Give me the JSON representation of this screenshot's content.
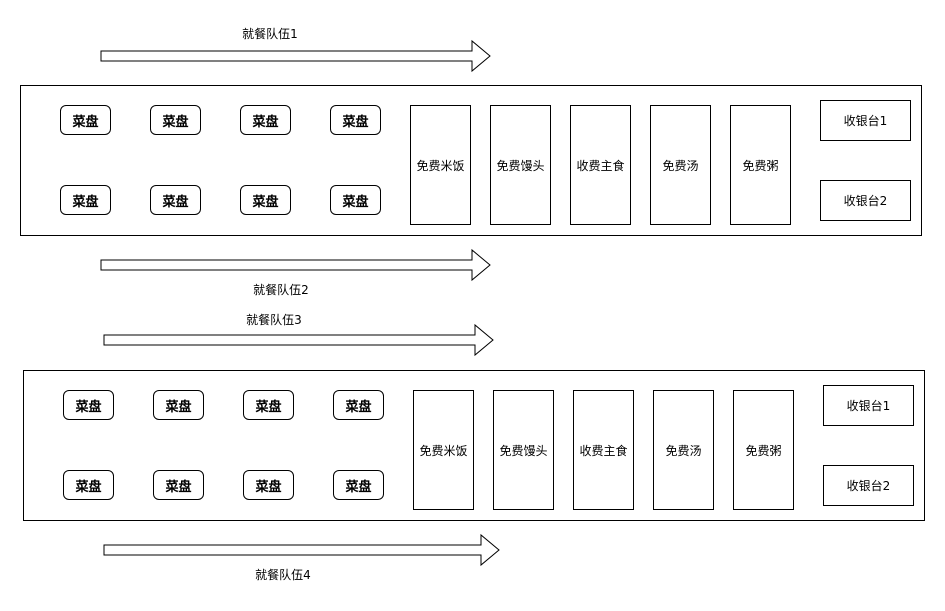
{
  "colors": {
    "line": "#000000",
    "fill": "#ffffff",
    "background": "#ffffff"
  },
  "queues": [
    {
      "label": "就餐队伍1",
      "direction": "right"
    },
    {
      "label": "就餐队伍2",
      "direction": "right"
    },
    {
      "label": "就餐队伍3",
      "direction": "right"
    },
    {
      "label": "就餐队伍4",
      "direction": "right"
    }
  ],
  "counters": [
    {
      "dish_trays": [
        "菜盘",
        "菜盘",
        "菜盘",
        "菜盘",
        "菜盘",
        "菜盘",
        "菜盘",
        "菜盘"
      ],
      "stations": [
        "免费米饭",
        "免费馒头",
        "收费主食",
        "免费汤",
        "免费粥"
      ],
      "cashiers": [
        "收银台1",
        "收银台2"
      ]
    },
    {
      "dish_trays": [
        "菜盘",
        "菜盘",
        "菜盘",
        "菜盘",
        "菜盘",
        "菜盘",
        "菜盘",
        "菜盘"
      ],
      "stations": [
        "免费米饭",
        "免费馒头",
        "收费主食",
        "免费汤",
        "免费粥"
      ],
      "cashiers": [
        "收银台1",
        "收银台2"
      ]
    }
  ]
}
